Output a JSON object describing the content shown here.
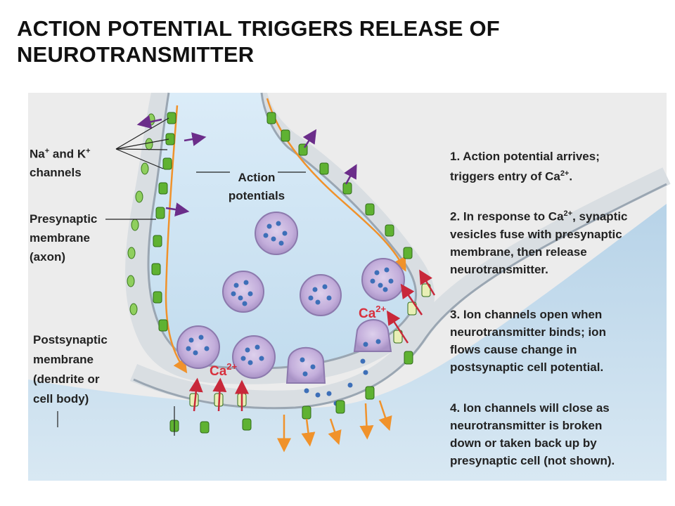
{
  "title": "ACTION POTENTIAL TRIGGERS RELEASE OF NEUROTRANSMITTER",
  "labels": {
    "channels_na": "Na",
    "channels_na_sup": "+",
    "channels_and": " and K",
    "channels_k_sup": "+",
    "channels_word": "channels",
    "action": "Action",
    "potentials": "potentials",
    "presyn_1": "Presynaptic",
    "presyn_2": "membrane",
    "presyn_3": "(axon)",
    "postsyn_1": "Postsynaptic",
    "postsyn_2": "membrane",
    "postsyn_3": "(dendrite or",
    "postsyn_4": "cell body)",
    "ca_label": "Ca",
    "ca_charge": "2+"
  },
  "steps": {
    "s1_a": "1. Action potential arrives;",
    "s1_b": "triggers entry of Ca",
    "s1_sup": "2+",
    "s1_end": ".",
    "s2_a": "2. In response to Ca",
    "s2_sup": "2+",
    "s2_rest": ", synaptic",
    "s2_b": "vesicles fuse with presynaptic",
    "s2_c": "membrane, then release",
    "s2_d": "neurotransmitter.",
    "s3_a": "3. Ion channels open when",
    "s3_b": "neurotransmitter binds; ion",
    "s3_c": "flows cause change in",
    "s3_d": "postsynaptic cell potential.",
    "s4_a": "4. Ion channels will close as",
    "s4_b": "neurotransmitter is broken",
    "s4_c": "down or taken back up by",
    "s4_d": "presynaptic cell (not shown)."
  },
  "colors": {
    "cytoplasm": "#c9e2f2",
    "membrane_inner": "#9aa6b2",
    "membrane_outer": "#d9dee2",
    "channel_green": "#5fb232",
    "vesicle": "#c7b4dd",
    "transmitter": "#3d6fb8",
    "arrow_orange": "#f0922b",
    "arrow_red": "#c8283a",
    "arrow_purple": "#6b2d8a",
    "ca_text": "#d8303d"
  }
}
